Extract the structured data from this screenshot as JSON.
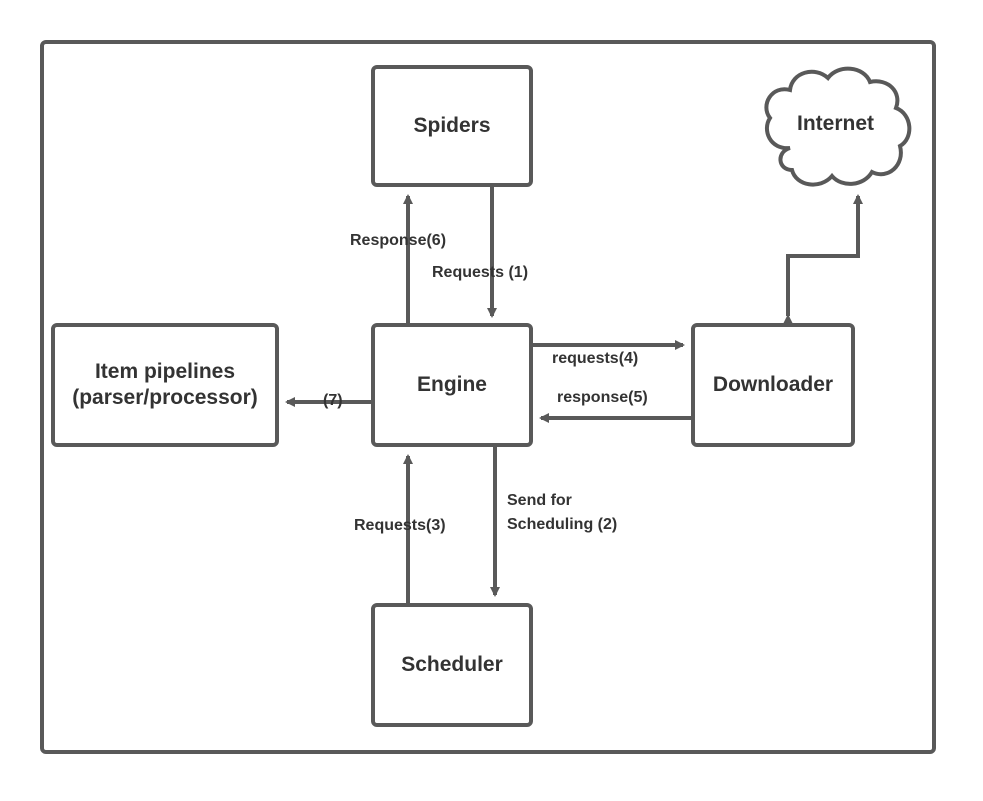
{
  "nodes": {
    "spiders": "Spiders",
    "internet": "Internet",
    "item_pipelines_line1": "Item pipelines",
    "item_pipelines_line2": "(parser/processor)",
    "engine": "Engine",
    "downloader": "Downloader",
    "scheduler": "Scheduler"
  },
  "edges": {
    "response6": "Response(6)",
    "requests1": "Requests (1)",
    "requests4": "requests(4)",
    "response5": "response(5)",
    "seven": "(7)",
    "requests3": "Requests(3)",
    "send_line1": "Send for",
    "send_line2": "Scheduling (2)"
  },
  "colors": {
    "stroke": "#595959",
    "text": "#333333",
    "background": "#ffffff"
  }
}
